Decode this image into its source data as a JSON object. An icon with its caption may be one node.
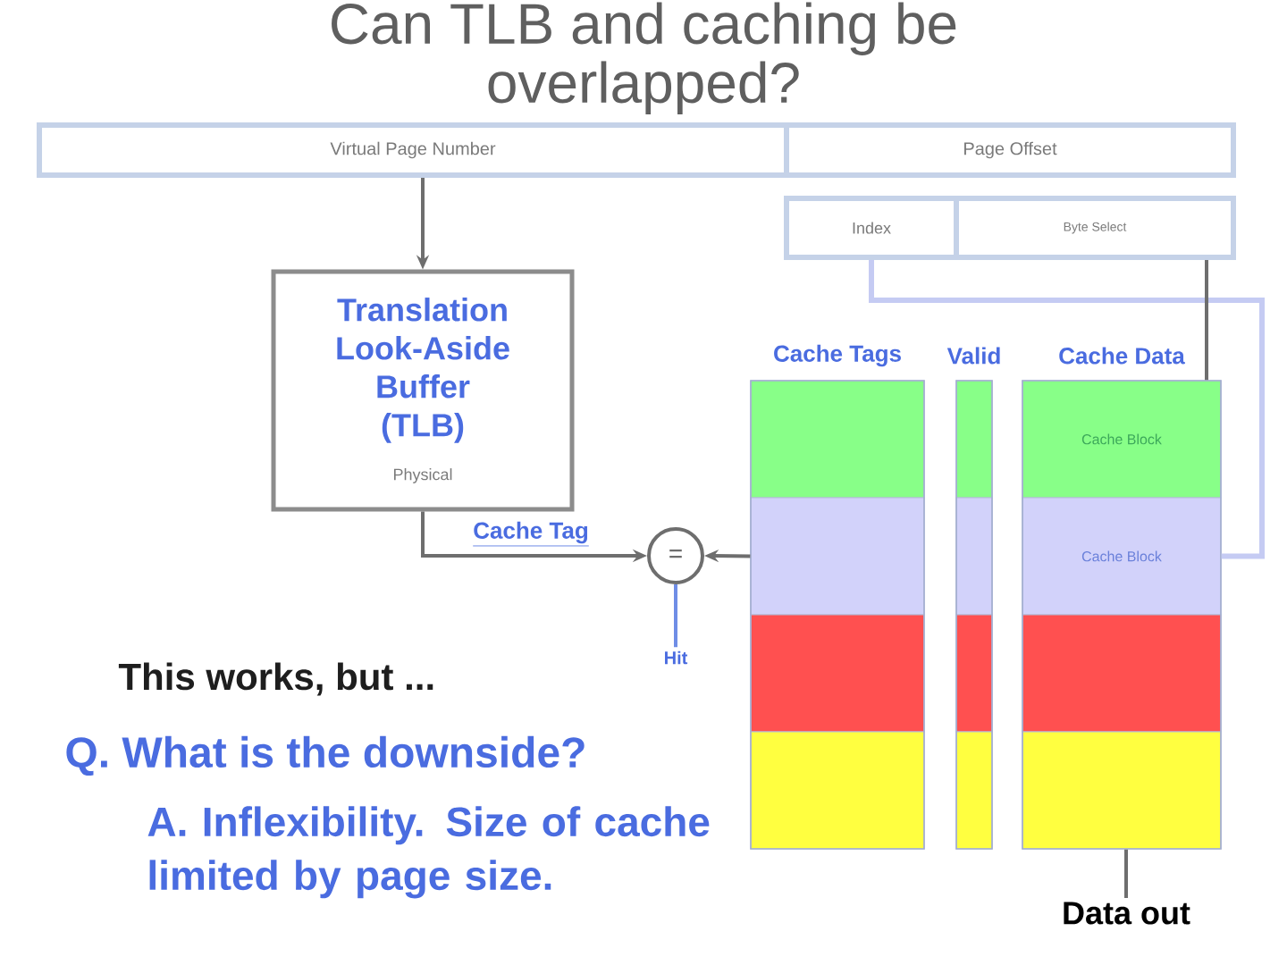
{
  "diagram": {
    "title": "Can TLB and caching be overlapped?",
    "nodes": [
      {
        "text": [
          "Virtual Page Number"
        ]
      },
      {
        "text": [
          "Page Offset"
        ]
      },
      {
        "text": [
          "Index"
        ]
      },
      {
        "text": [
          "Byte Select"
        ]
      },
      {
        "text": [
          "Translation Look-Aside Buffer (TLB)",
          "Physical"
        ]
      },
      {
        "text": [
          "="
        ]
      },
      {
        "text": [
          "Hit"
        ]
      },
      {
        "text": [
          "Cache Tags"
        ]
      },
      {
        "text": [],
        "shape": "box",
        "in": 7
      },
      {
        "text": [],
        "shape": "box",
        "in": 7
      },
      {
        "text": [],
        "shape": "box",
        "in": 7
      },
      {
        "text": [],
        "shape": "box",
        "in": 7
      },
      {
        "text": [
          "Valid"
        ]
      },
      {
        "text": [],
        "shape": "box",
        "in": 12
      },
      {
        "text": [],
        "shape": "box",
        "in": 12
      },
      {
        "text": [],
        "shape": "box",
        "in": 12
      },
      {
        "text": [],
        "shape": "box",
        "in": 12
      },
      {
        "text": [
          "Cache Data"
        ]
      },
      {
        "text": [
          "Cache Block"
        ],
        "in": 17
      },
      {
        "text": [
          "Cache Block"
        ],
        "in": 17
      },
      {
        "text": [],
        "shape": "box",
        "in": 17
      },
      {
        "text": [],
        "shape": "box",
        "in": 17
      },
      {
        "text": [
          "Data out"
        ]
      }
    ],
    "edges": [
      {
        "from": 0,
        "to": 4,
        "arrow": "to"
      },
      {
        "from": 4,
        "to": 5,
        "arrow": "to",
        "label": "Cache Tag"
      },
      {
        "from": 9,
        "to": 5,
        "arrow": "to"
      },
      {
        "from": 5,
        "to": 6,
        "arrow": "none",
        "color": "#6f8de6"
      },
      {
        "from": 2,
        "to": 19,
        "arrow": "none",
        "color": "#c5cbf3"
      },
      {
        "from": 3,
        "to": 17,
        "arrow": "none"
      },
      {
        "from": 17,
        "to": 22,
        "arrow": "none"
      }
    ],
    "labels": [
      "This works, but ...",
      "Q. What is the downside?",
      "A. Inflexibility. Size of cache limited by page size."
    ]
  }
}
